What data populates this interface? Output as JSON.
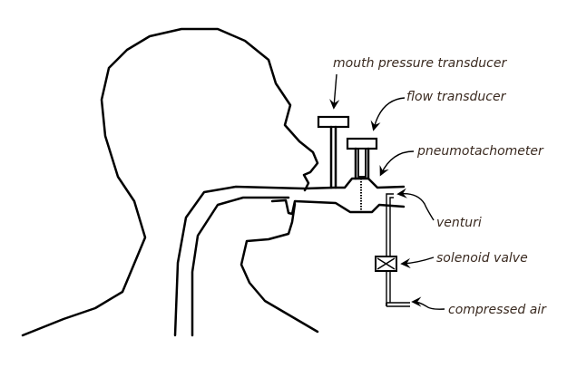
{
  "title": "Respiratory measurement apparatus",
  "labels": {
    "mouth_pressure": "mouth pressure transducer",
    "flow": "flow transducer",
    "pneumotachometer": "pneumotachometer",
    "venturi": "venturi",
    "solenoid": "solenoid valve",
    "compressed_air": "compressed air"
  }
}
